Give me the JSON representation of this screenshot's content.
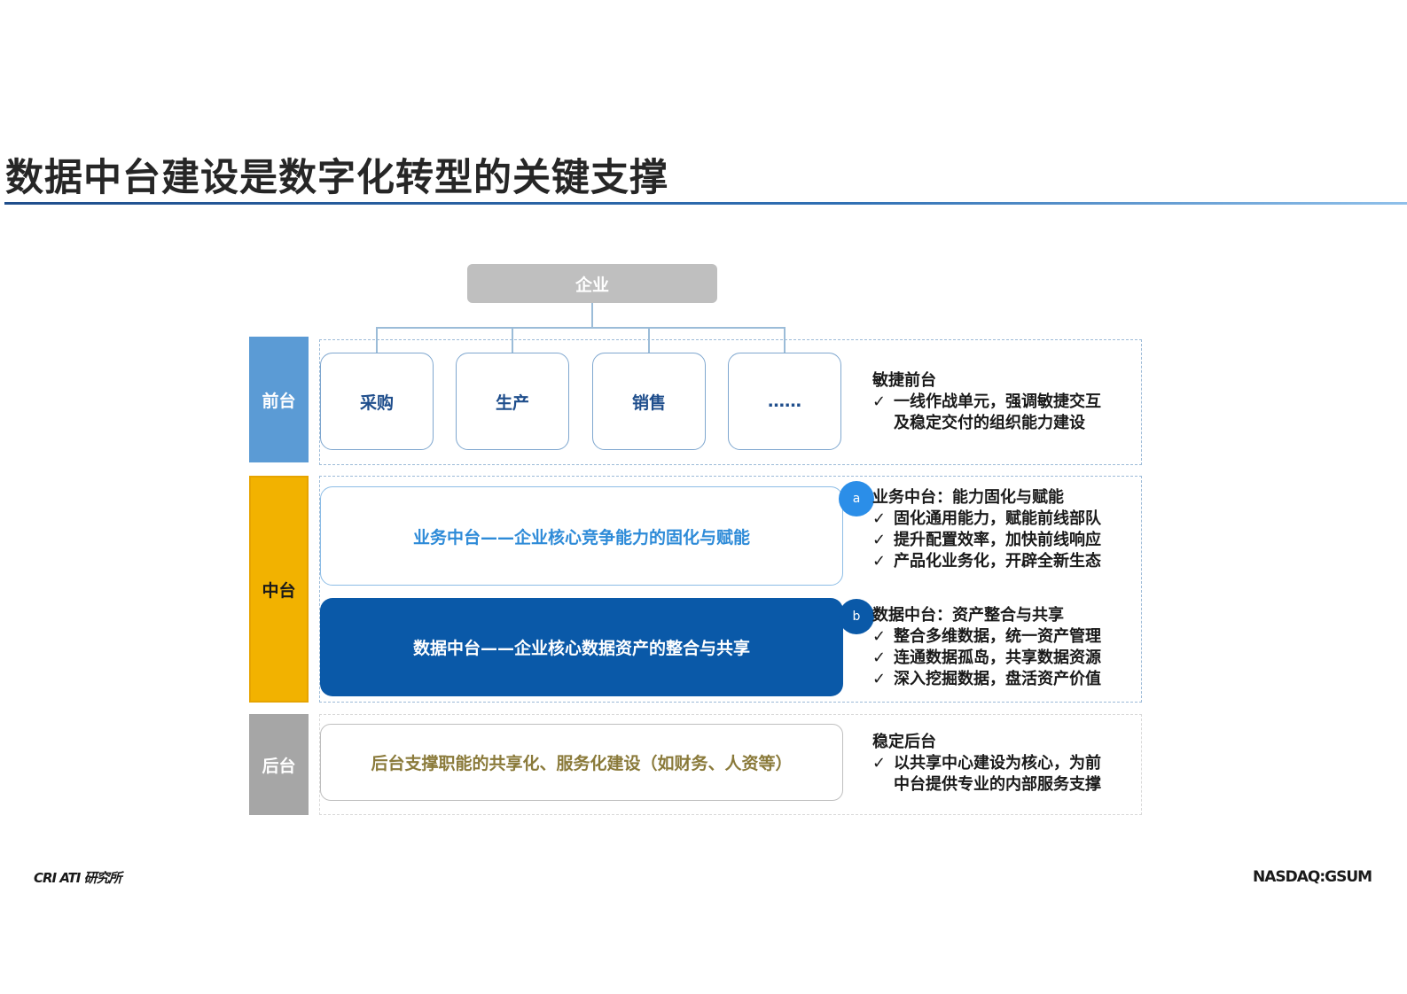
{
  "title": "数据中台建设是数字化转型的关键支撑",
  "top_node": "企业",
  "bands": {
    "front": "前台",
    "middle": "中台",
    "back": "后台"
  },
  "front_functions": [
    "采购",
    "生产",
    "销售",
    "……"
  ],
  "middle_bars": {
    "business": "业务中台——企业核心竞争能力的固化与赋能",
    "data": "数据中台——企业核心数据资产的整合与共享"
  },
  "back_bar": "后台支撑职能的共享化、服务化建设（如财务、人资等）",
  "markers": {
    "a": "a",
    "b": "b"
  },
  "check_mark": "✓",
  "descriptions": {
    "front": {
      "heading": "敏捷前台",
      "items": [
        {
          "line1": "一线作战单元，强调敏捷交互",
          "line2": "及稳定交付的组织能力建设"
        }
      ]
    },
    "business": {
      "heading": "业务中台：能力固化与赋能",
      "items": [
        {
          "line1": "固化通用能力，赋能前线部队"
        },
        {
          "line1": "提升配置效率，加快前线响应"
        },
        {
          "line1": "产品化业务化，开辟全新生态"
        }
      ]
    },
    "data": {
      "heading": "数据中台：资产整合与共享",
      "items": [
        {
          "line1": "整合多维数据，统一资产管理"
        },
        {
          "line1": "连通数据孤岛，共享数据资源"
        },
        {
          "line1": "深入挖掘数据，盘活资产价值"
        }
      ]
    },
    "back": {
      "heading": "稳定后台",
      "items": [
        {
          "line1": "以共享中心建设为核心，为前",
          "line2": "中台提供专业的内部服务支撑"
        }
      ]
    }
  },
  "footer": {
    "left": "CRI ATI 研究所",
    "right": "NASDAQ:GSUM"
  }
}
